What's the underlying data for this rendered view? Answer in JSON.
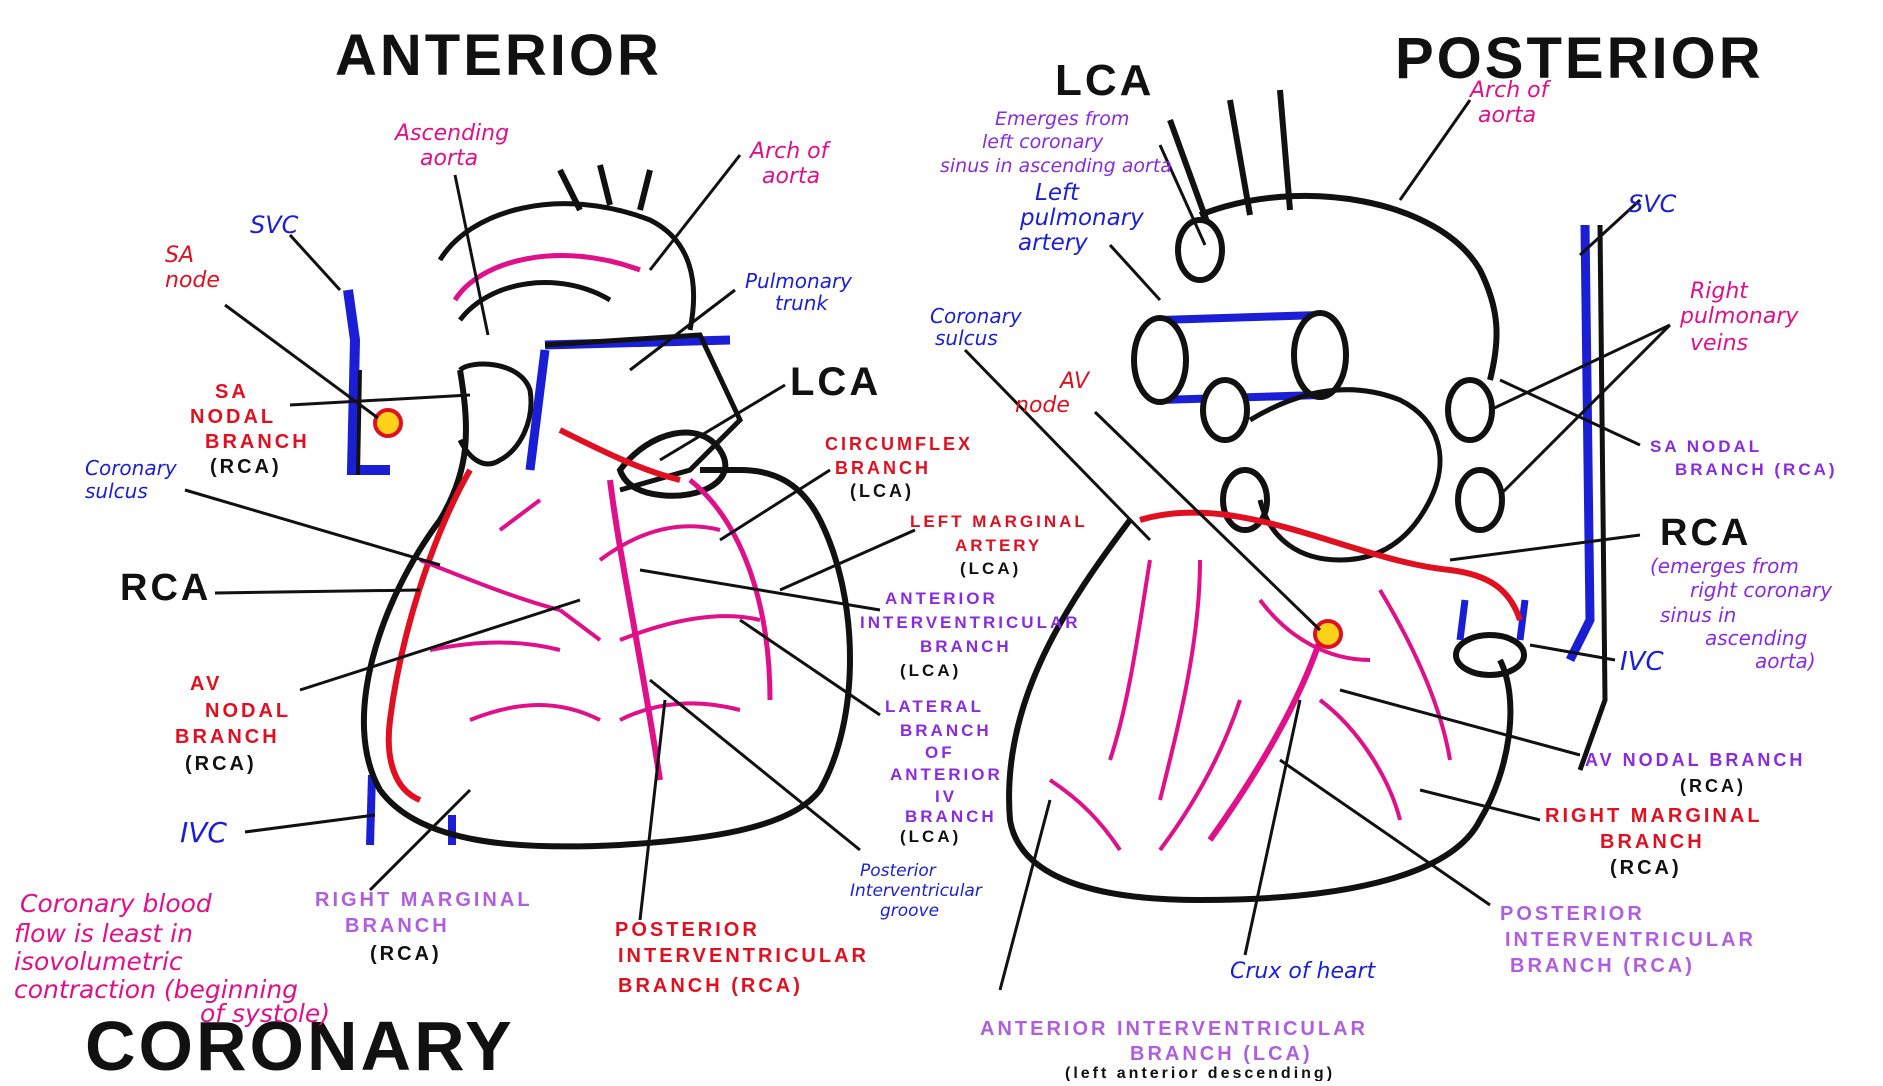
{
  "colors": {
    "black": "#111111",
    "red": "#e01020",
    "magenta": "#e0108a",
    "blue": "#1a1fd6",
    "purple": "#8a2be2",
    "node_fill": "#ffd21a"
  },
  "titles": {
    "anterior": "ANTERIOR",
    "posterior": "POSTERIOR",
    "coronary": "CORONARY"
  },
  "note": {
    "line1": "Coronary blood",
    "line2": "flow is least in",
    "line3": "isovolumetric",
    "line4": "contraction (beginning",
    "line5": "of systole)"
  },
  "anterior_labels": {
    "ascending_aorta": [
      "Ascending",
      "aorta"
    ],
    "arch_of_aorta": [
      "Arch of",
      "aorta"
    ],
    "svc": "SVC",
    "sa_node": [
      "SA",
      "node"
    ],
    "pulmonary_trunk": [
      "Pulmonary",
      "trunk"
    ],
    "lca": "LCA",
    "sa_nodal_branch": [
      "SA",
      "NODAL",
      "BRANCH",
      "(RCA)"
    ],
    "coronary_sulcus": [
      "Coronary",
      "sulcus"
    ],
    "circumflex_branch": [
      "CIRCUMFLEX",
      "BRANCH",
      "(LCA)"
    ],
    "left_marginal_artery": [
      "LEFT MARGINAL",
      "ARTERY",
      "(LCA)"
    ],
    "rca": "RCA",
    "anterior_iv_branch": [
      "ANTERIOR",
      "INTERVENTRICULAR",
      "BRANCH",
      "(LCA)"
    ],
    "av_nodal_branch": [
      "AV",
      "NODAL",
      "BRANCH",
      "(RCA)"
    ],
    "lateral_branch": [
      "LATERAL",
      "BRANCH",
      "OF",
      "ANTERIOR",
      "IV",
      "BRANCH",
      "(LCA)"
    ],
    "ivc": "IVC",
    "posterior_iv_groove": [
      "Posterior",
      "Interventricular",
      "groove"
    ],
    "right_marginal_branch": [
      "RIGHT MARGINAL",
      "BRANCH",
      "(RCA)"
    ],
    "posterior_iv_branch": [
      "POSTERIOR",
      "INTERVENTRICULAR",
      "BRANCH  (RCA)"
    ]
  },
  "posterior_labels": {
    "lca": "LCA",
    "lca_origin": [
      "Emerges from",
      "left coronary",
      "sinus in ascending aorta"
    ],
    "left_pulmonary_artery": [
      "Left",
      "pulmonary",
      "artery"
    ],
    "arch_of_aorta": [
      "Arch of",
      "aorta"
    ],
    "svc": "SVC",
    "right_pulmonary_veins": [
      "Right",
      "pulmonary",
      "veins"
    ],
    "coronary_sulcus": [
      "Coronary",
      "sulcus"
    ],
    "av_node": [
      "AV",
      "node"
    ],
    "sa_nodal_branch": [
      "SA NODAL",
      "BRANCH  (RCA)"
    ],
    "rca": "RCA",
    "rca_origin": [
      "(emerges from",
      "right coronary",
      "sinus in",
      "ascending",
      "aorta)"
    ],
    "ivc": "IVC",
    "av_nodal_branch": [
      "AV NODAL BRANCH",
      "(RCA)"
    ],
    "right_marginal_branch": [
      "RIGHT MARGINAL",
      "BRANCH",
      "(RCA)"
    ],
    "posterior_iv_branch": [
      "POSTERIOR",
      "INTERVENTRICULAR",
      "BRANCH  (RCA)"
    ],
    "crux": "Crux of heart",
    "anterior_iv_branch": [
      "ANTERIOR INTERVENTRICULAR",
      "BRANCH  (LCA)",
      "(left anterior descending)"
    ]
  }
}
